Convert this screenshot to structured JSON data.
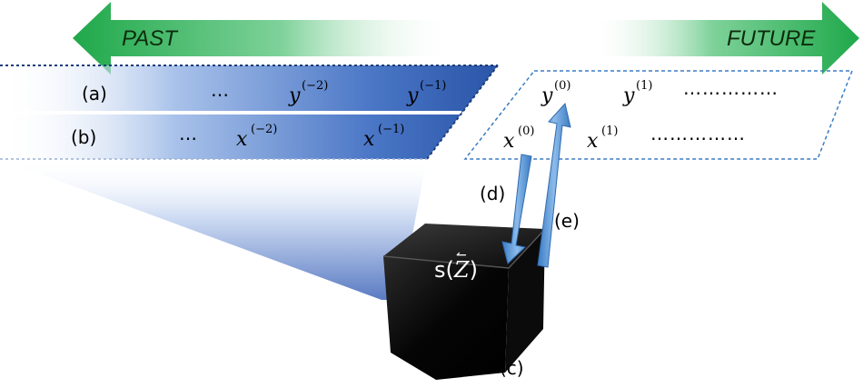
{
  "arrows": {
    "past_label": "PAST",
    "future_label": "FUTURE",
    "color": "#1fa84a"
  },
  "rows": {
    "a_label": "(a)",
    "b_label": "(b)",
    "past_dots": "…",
    "y_symbol": "y",
    "x_symbol": "x",
    "y_m2_sup": "(−2)",
    "y_m1_sup": "(−1)",
    "x_m2_sup": "(−2)",
    "x_m1_sup": "(−1)",
    "y_0_sup": "(0)",
    "y_1_sup": "(1)",
    "x_0_sup": "(0)",
    "x_1_sup": "(1)",
    "future_dots": "……………"
  },
  "box": {
    "label_s": "s(",
    "label_z": "Z",
    "label_close": ")",
    "overline_arrow": "⃖",
    "c_label": "(c)"
  },
  "links": {
    "d_label": "(d)",
    "e_label": "(e)",
    "color": "#5b9bd5"
  },
  "colors": {
    "past_band": "#2f5fb3",
    "cube": "#050505"
  }
}
